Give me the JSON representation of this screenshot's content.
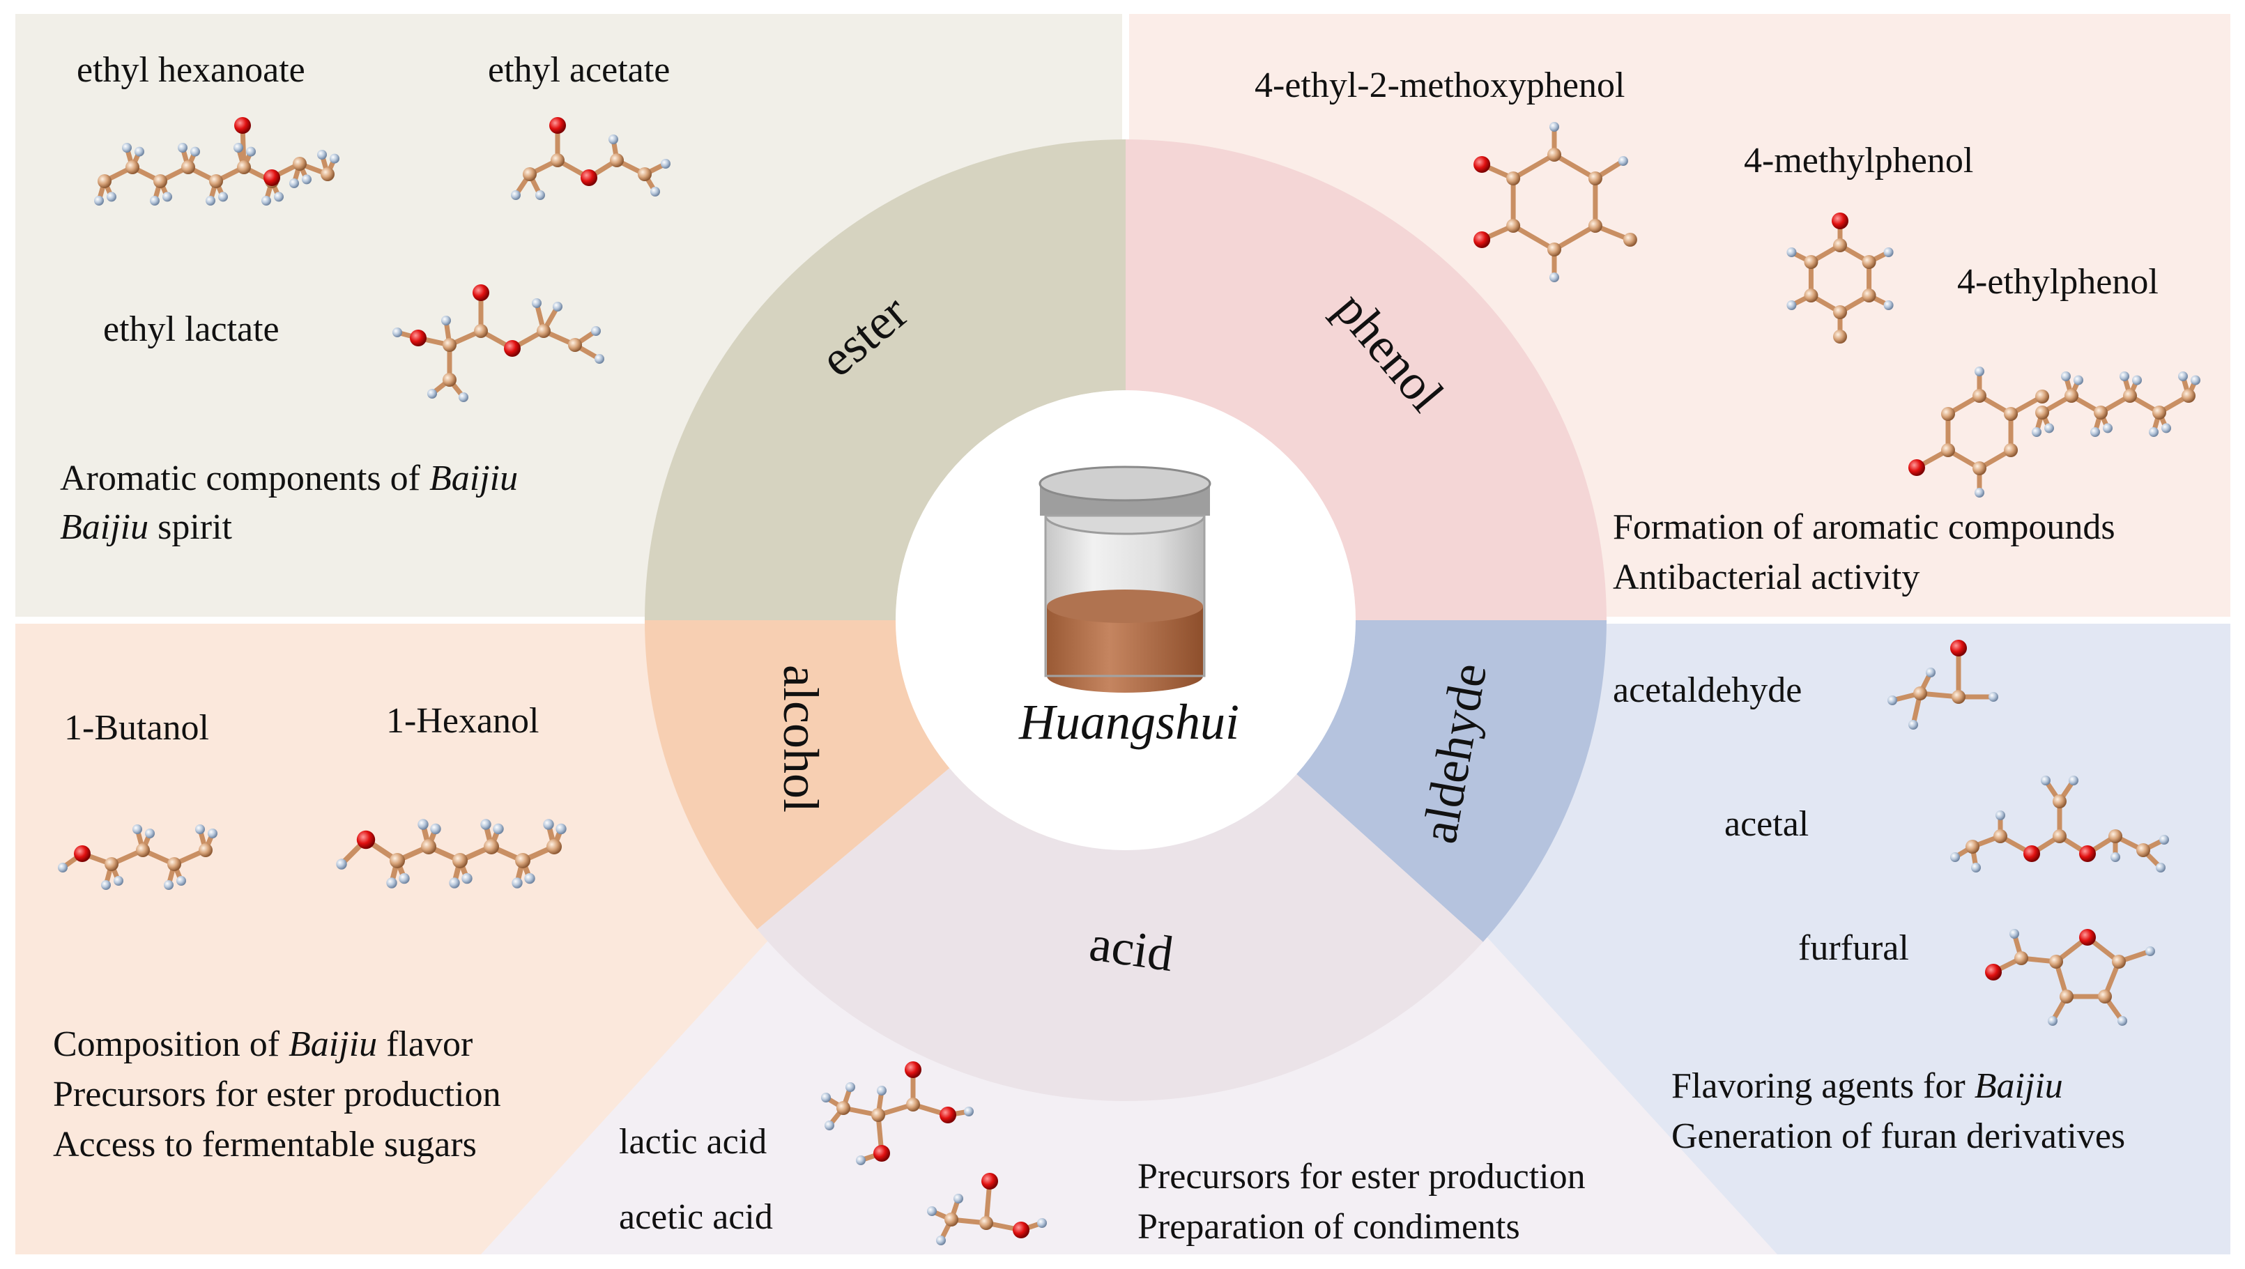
{
  "center_label": "Huangshui",
  "sectors": {
    "ester": "ester",
    "phenol": "phenol",
    "alcohol": "alcohol",
    "aldehyde": "aldehyde",
    "acid": "acid"
  },
  "ester_panel": {
    "compounds": [
      "ethyl hexanoate",
      "ethyl acetate",
      "ethyl lactate"
    ],
    "note_line1_prefix": "Aromatic components of ",
    "note_line1_italic": "Baijiu",
    "note_line2_italic": "Baijiu",
    "note_line2_suffix": " spirit"
  },
  "phenol_panel": {
    "compounds": [
      "4-ethyl-2-methoxyphenol",
      "4-methylphenol",
      "4-ethylphenol"
    ],
    "notes": [
      "Formation of aromatic compounds",
      "Antibacterial activity"
    ]
  },
  "alcohol_panel": {
    "compounds": [
      "1-Butanol",
      "1-Hexanol"
    ],
    "note_line1_prefix": "Composition of ",
    "note_line1_italic": "Baijiu",
    "note_line1_suffix": " flavor",
    "notes": [
      "Precursors for ester production",
      "Access to fermentable sugars"
    ]
  },
  "aldehyde_panel": {
    "compounds": [
      "acetaldehyde",
      "acetal",
      "furfural"
    ],
    "note_line1_prefix": "Flavoring agents for ",
    "note_line1_italic": "Baijiu",
    "notes": [
      "Generation of furan derivatives"
    ]
  },
  "acid_panel": {
    "compounds": [
      "lactic acid",
      "acetic acid"
    ],
    "notes": [
      "Precursors for ester production",
      "Preparation of condiments"
    ]
  },
  "colors": {
    "ester_bg": "#f1efe8",
    "ester_ring": "#d6d3c0",
    "phenol_bg": "#fbede8",
    "phenol_ring": "#f4d6d6",
    "alcohol_bg": "#fbe8dc",
    "alcohol_ring": "#f7cfb2",
    "aldehyde_bg": "#e2e7f3",
    "aldehyde_ring": "#b5c3de",
    "acid_bg": "#f3eff4",
    "acid_ring": "#ebe3e8"
  }
}
